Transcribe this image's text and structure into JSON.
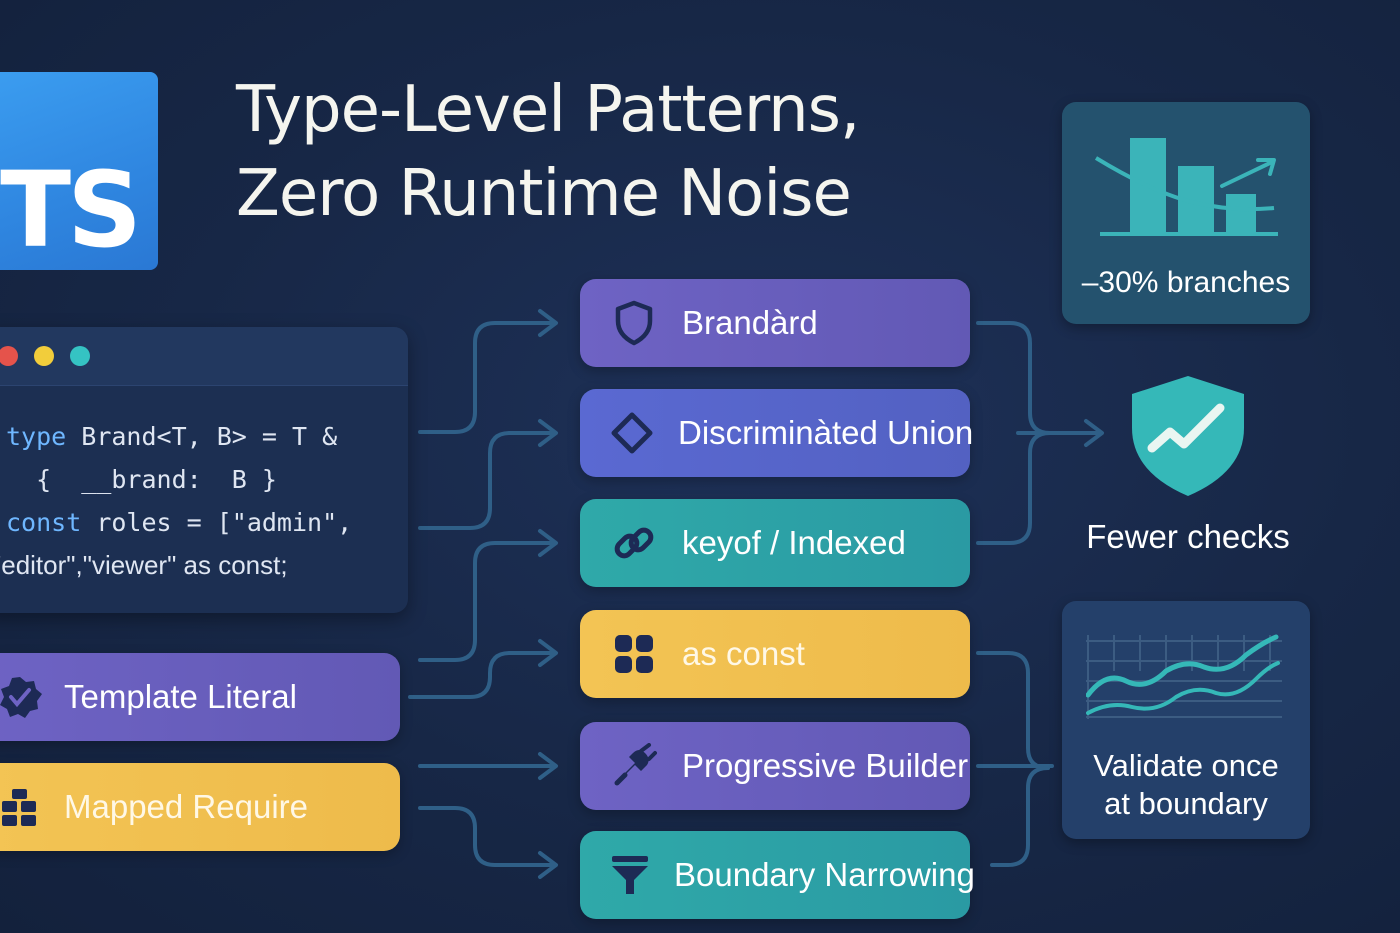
{
  "logo": {
    "text": "TS",
    "color": "#3b9df0"
  },
  "title": {
    "line1": "Type-Level Patterns,",
    "line2": "Zero Runtime Noise"
  },
  "code_window": {
    "dots": [
      "#e5534b",
      "#f2cd3b",
      "#35c3c3"
    ],
    "lines": [
      {
        "kw": "type",
        "rest": " Brand<T, B> = T &"
      },
      {
        "kw": "",
        "rest": "  {  __brand:  B }"
      },
      {
        "kw": "const",
        "rest": " roles = [\"admin\","
      },
      {
        "kw": "",
        "rest": "\"editor\",\"viewer\" as const;"
      }
    ]
  },
  "patterns_left": [
    {
      "label": "Template Literal",
      "icon": "badge-check-icon",
      "color": "purple"
    },
    {
      "label": "Mapped Require",
      "icon": "blocks-icon",
      "color": "yellow"
    }
  ],
  "patterns": [
    {
      "label": "Brandàrd",
      "icon": "shield-icon",
      "color": "purple"
    },
    {
      "label": "Discriminàted Union",
      "icon": "diamond-icon",
      "color": "blue"
    },
    {
      "label": "keyof / Indexed",
      "icon": "link-icon",
      "color": "teal"
    },
    {
      "label": "as const",
      "icon": "grid-icon",
      "color": "yellow"
    },
    {
      "label": "Progressive Builder",
      "icon": "plug-icon",
      "color": "purple"
    },
    {
      "label": "Boundary Narrowing",
      "icon": "funnel-icon",
      "color": "teal"
    }
  ],
  "outcomes": {
    "stat_card": {
      "label": "–30% branches",
      "icon": "bar-trend-icon"
    },
    "shield": {
      "label": "Fewer checks",
      "icon": "shield-check-icon",
      "color": "#35b8b8"
    },
    "validate_card": {
      "line1": "Validate once",
      "line2": "at boundary",
      "icon": "line-chart-icon"
    }
  },
  "colors": {
    "background": "#172746",
    "purple": "#6e63c4",
    "blue": "#5a69d2",
    "teal": "#2fa9a9",
    "yellow": "#f3c454",
    "connector": "#2f5f87"
  }
}
